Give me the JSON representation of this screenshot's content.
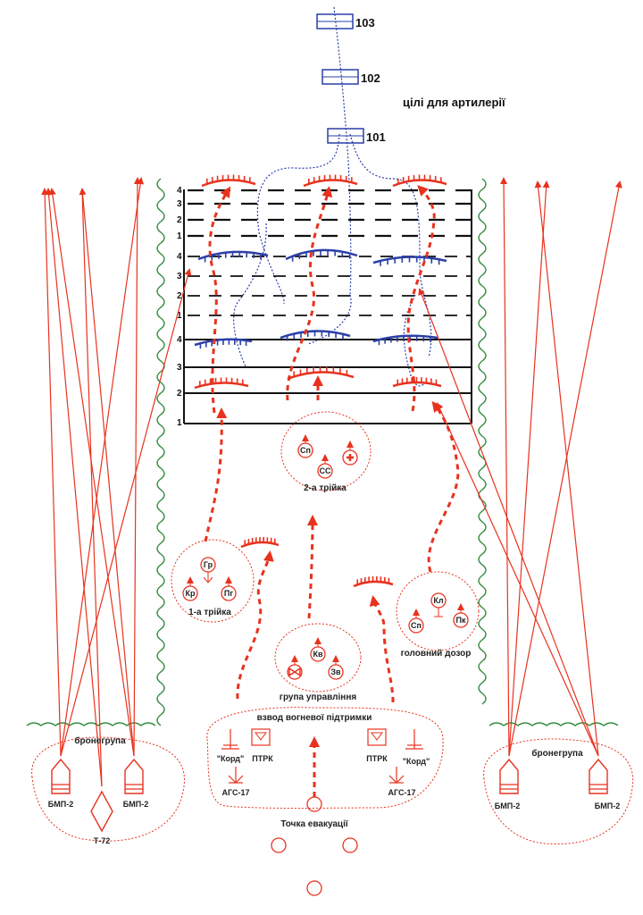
{
  "targets_title": "цілі для артилерії",
  "targets": [
    "103",
    "102",
    "101"
  ],
  "levels_top": [
    "4",
    "3",
    "2",
    "1"
  ],
  "levels_mid": [
    "4",
    "3",
    "2",
    "1"
  ],
  "levels_low": [
    "4",
    "3",
    "2",
    "1"
  ],
  "groups": {
    "second_trio": {
      "label": "2-а трійка",
      "units": [
        "Сп",
        "СС"
      ]
    },
    "first_trio": {
      "label": "1-а трійка",
      "units": [
        "Гр",
        "Кр",
        "Пг"
      ]
    },
    "head_patrol": {
      "label": "головний дозор",
      "units": [
        "Кл",
        "Сп",
        "Пк"
      ]
    },
    "control_group": {
      "label": "група управління",
      "units": [
        "Кв",
        "Зв"
      ]
    },
    "fire_support": {
      "label": "взвод вогневої підтримки",
      "left": {
        "kord": "\"Корд\"",
        "ptrk": "ПТРК",
        "ags": "АГС-17"
      },
      "right": {
        "kord": "\"Корд\"",
        "ptrk": "ПТРК",
        "ags": "АГС-17"
      }
    },
    "evacuation": {
      "label": "Точка евакуації"
    },
    "armor_left": {
      "label": "бронегрупа",
      "v1": "БМП-2",
      "v2": "БМП-2",
      "tank": "Т-72"
    },
    "armor_right": {
      "label": "бронегрупа",
      "v1": "БМП-2",
      "v2": "БМП-2"
    }
  },
  "colors": {
    "red": "#e8321e",
    "blue": "#2b3fa8",
    "green": "#2f8a3a",
    "black": "#111111"
  }
}
